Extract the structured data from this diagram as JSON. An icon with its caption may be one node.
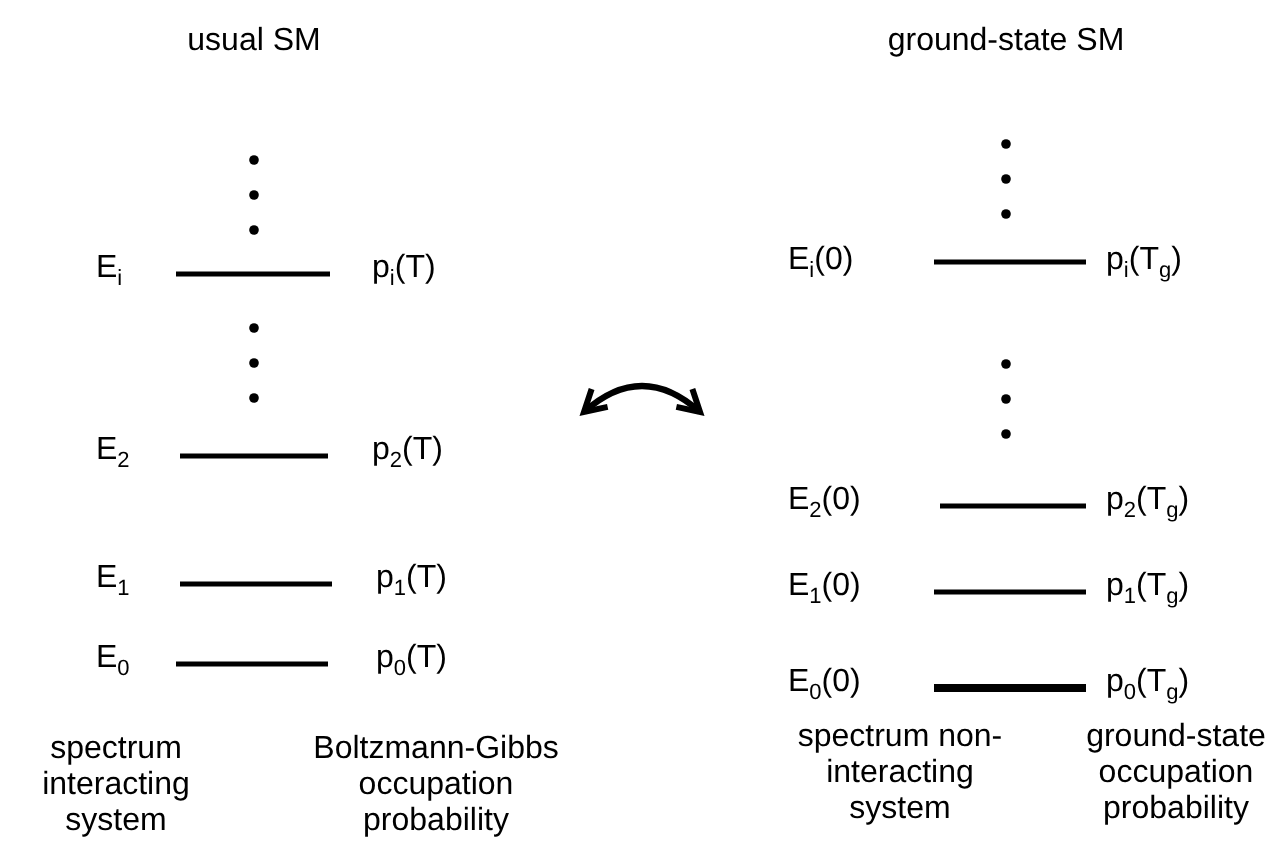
{
  "diagram": {
    "labels": [
      "usual SM",
      "ground-state SM",
      "E$_{i}$",
      "p$_{i}$(T)",
      "E$_{2}$",
      "p$_{2}$(T)",
      "E$_{1}$",
      "p$_{1}$(T)",
      "E$_{0}$",
      "p$_{0}$(T)",
      "spectrum interacting system",
      "Boltzmann-Gibbs occupation probability",
      "E$_{i}$(0)",
      "p$_{i}$(T$_{g}$)",
      "E$_{2}$(0)",
      "p$_{2}$(T$_{g}$)",
      "E$_{1}$(0)",
      "p$_{1}$(T$_{g}$)",
      "E$_{0}$(0)",
      "p$_{0}$(T$_{g}$)",
      "spectrum non-interacting system",
      "ground-state occupation probability"
    ]
  }
}
